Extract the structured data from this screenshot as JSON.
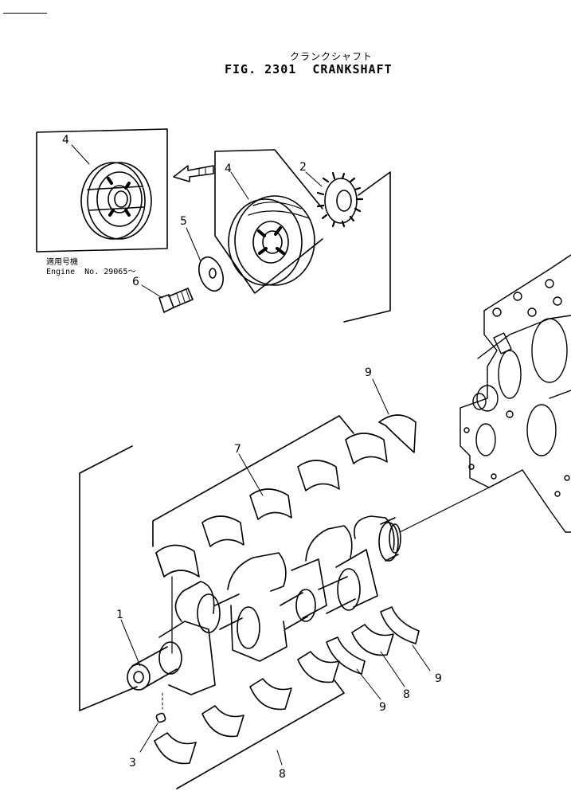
{
  "title": {
    "japanese": "クランクシャフト",
    "english": "FIG. 2301  CRANKSHAFT"
  },
  "inset_note": {
    "japanese": "適用号機",
    "english": "Engine  No. 29065～"
  },
  "callouts": {
    "c1": "1",
    "c2": "2",
    "c3": "3",
    "c4a": "4",
    "c4b": "4",
    "c5": "5",
    "c6": "6",
    "c7": "7",
    "c8a": "8",
    "c8b": "8",
    "c9a": "9",
    "c9b": "9",
    "c9c": "9"
  }
}
